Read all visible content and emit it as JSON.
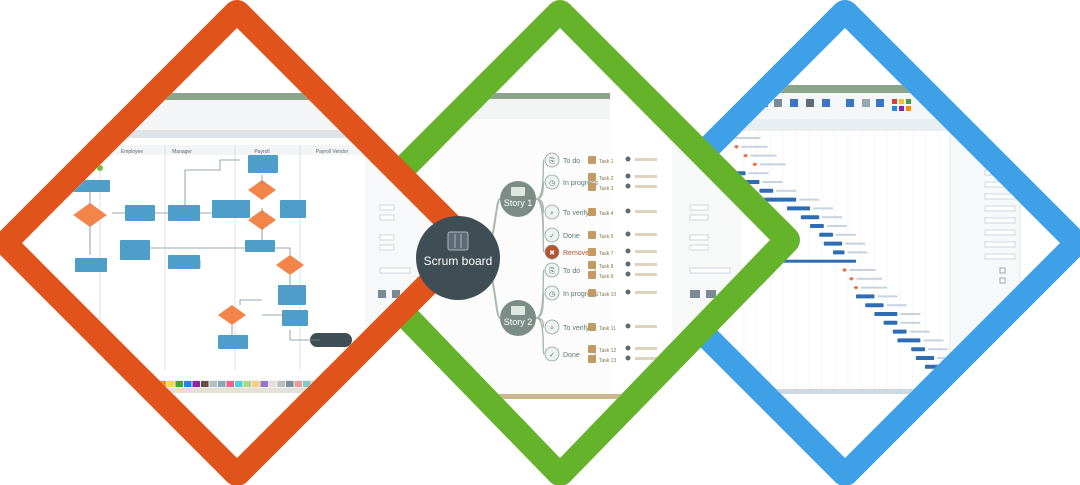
{
  "colors": {
    "orange_frame": "#e0531b",
    "green_frame": "#64b32b",
    "blue_frame": "#3ea0e6",
    "window_title_bar": "#8aa58a",
    "flow_box": "#4d9fc9",
    "flow_diamond": "#f3844a",
    "gantt_bar": "#2e6db4",
    "scrum_hub": "#3f4d55",
    "story_node": "#7b8d86",
    "branch_line": "#a8b8ae",
    "task_chip": "#c49a64",
    "remove_icon": "#b5542e"
  },
  "flowchart": {
    "lanes": [
      "Employee",
      "Manager",
      "Payroll",
      "Payroll Vendor"
    ]
  },
  "scrum": {
    "hub_label": "Scrum board",
    "stories": [
      {
        "label": "Story 1",
        "states": [
          {
            "label": "To do",
            "icon": "clipboard-icon",
            "tasks": [
              "Task 1"
            ]
          },
          {
            "label": "In progress",
            "icon": "timer-icon",
            "tasks": [
              "Task 2",
              "Task 3"
            ]
          },
          {
            "label": "To verify",
            "icon": "magnifier-icon",
            "tasks": [
              "Task 4"
            ]
          },
          {
            "label": "Done",
            "icon": "check-icon",
            "tasks": [
              "Task 5"
            ]
          },
          {
            "label": "Removed",
            "icon": "remove-icon",
            "tasks": [
              "Task 7"
            ]
          }
        ]
      },
      {
        "label": "Story 2",
        "states": [
          {
            "label": "To do",
            "icon": "clipboard-icon",
            "tasks": [
              "Task 8",
              "Task 9"
            ]
          },
          {
            "label": "In progress",
            "icon": "timer-icon",
            "tasks": [
              "Task 10"
            ]
          },
          {
            "label": "To verify",
            "icon": "magnifier-icon",
            "tasks": [
              "Task 11"
            ]
          },
          {
            "label": "Done",
            "icon": "check-icon",
            "tasks": [
              "Task 12",
              "Task 13"
            ]
          }
        ]
      }
    ]
  },
  "gantt": {
    "tasks": [
      {
        "start": 0.05,
        "duration": 0.04,
        "type": "milestone"
      },
      {
        "start": 0.08,
        "duration": 0.04,
        "type": "milestone"
      },
      {
        "start": 0.12,
        "duration": 0.04,
        "type": "milestone"
      },
      {
        "start": 0.16,
        "duration": 0.04,
        "type": "milestone"
      },
      {
        "start": 0.02,
        "duration": 0.1,
        "type": "bar"
      },
      {
        "start": 0.08,
        "duration": 0.1,
        "type": "bar"
      },
      {
        "start": 0.18,
        "duration": 0.06,
        "type": "bar"
      },
      {
        "start": 0.2,
        "duration": 0.14,
        "type": "bar"
      },
      {
        "start": 0.3,
        "duration": 0.1,
        "type": "bar"
      },
      {
        "start": 0.36,
        "duration": 0.08,
        "type": "bar"
      },
      {
        "start": 0.4,
        "duration": 0.06,
        "type": "bar"
      },
      {
        "start": 0.44,
        "duration": 0.06,
        "type": "bar"
      },
      {
        "start": 0.46,
        "duration": 0.08,
        "type": "bar"
      },
      {
        "start": 0.5,
        "duration": 0.05,
        "type": "bar"
      },
      {
        "start": 0.0,
        "duration": 0.6,
        "type": "summary"
      },
      {
        "start": 0.55,
        "duration": 0.04,
        "type": "milestone"
      },
      {
        "start": 0.58,
        "duration": 0.04,
        "type": "milestone"
      },
      {
        "start": 0.6,
        "duration": 0.04,
        "type": "milestone"
      },
      {
        "start": 0.6,
        "duration": 0.08,
        "type": "bar"
      },
      {
        "start": 0.64,
        "duration": 0.08,
        "type": "bar"
      },
      {
        "start": 0.68,
        "duration": 0.1,
        "type": "bar"
      },
      {
        "start": 0.72,
        "duration": 0.06,
        "type": "bar"
      },
      {
        "start": 0.76,
        "duration": 0.06,
        "type": "bar"
      },
      {
        "start": 0.78,
        "duration": 0.1,
        "type": "bar"
      },
      {
        "start": 0.84,
        "duration": 0.06,
        "type": "bar"
      },
      {
        "start": 0.86,
        "duration": 0.08,
        "type": "bar"
      },
      {
        "start": 0.9,
        "duration": 0.06,
        "type": "bar"
      },
      {
        "start": 0.92,
        "duration": 0.05,
        "type": "bar"
      }
    ]
  }
}
